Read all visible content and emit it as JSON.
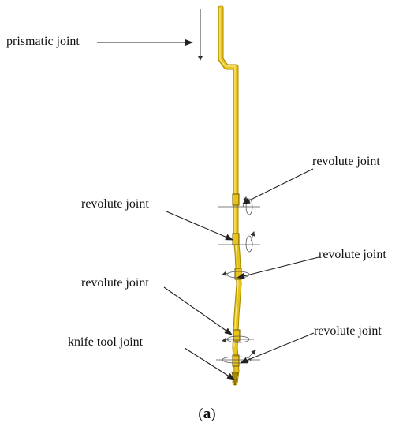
{
  "labels": {
    "prismatic": "prismatic joint",
    "revolute_1": "revolute joint",
    "revolute_2": "revolute joint",
    "revolute_3": "revolute joint",
    "revolute_4": "revolute joint",
    "revolute_5": "revolute joint",
    "knife": "knife tool joint"
  },
  "caption": {
    "open": "(",
    "letter": "a",
    "close": ")"
  },
  "colors": {
    "tube": "#e8c31a",
    "tube_edge": "#a88a00",
    "tube_highlight": "#fbe88a",
    "line": "#222222"
  },
  "icons": [
    "prismatic-axis-icon",
    "revolute-axis-icon",
    "knife-tool-icon"
  ]
}
